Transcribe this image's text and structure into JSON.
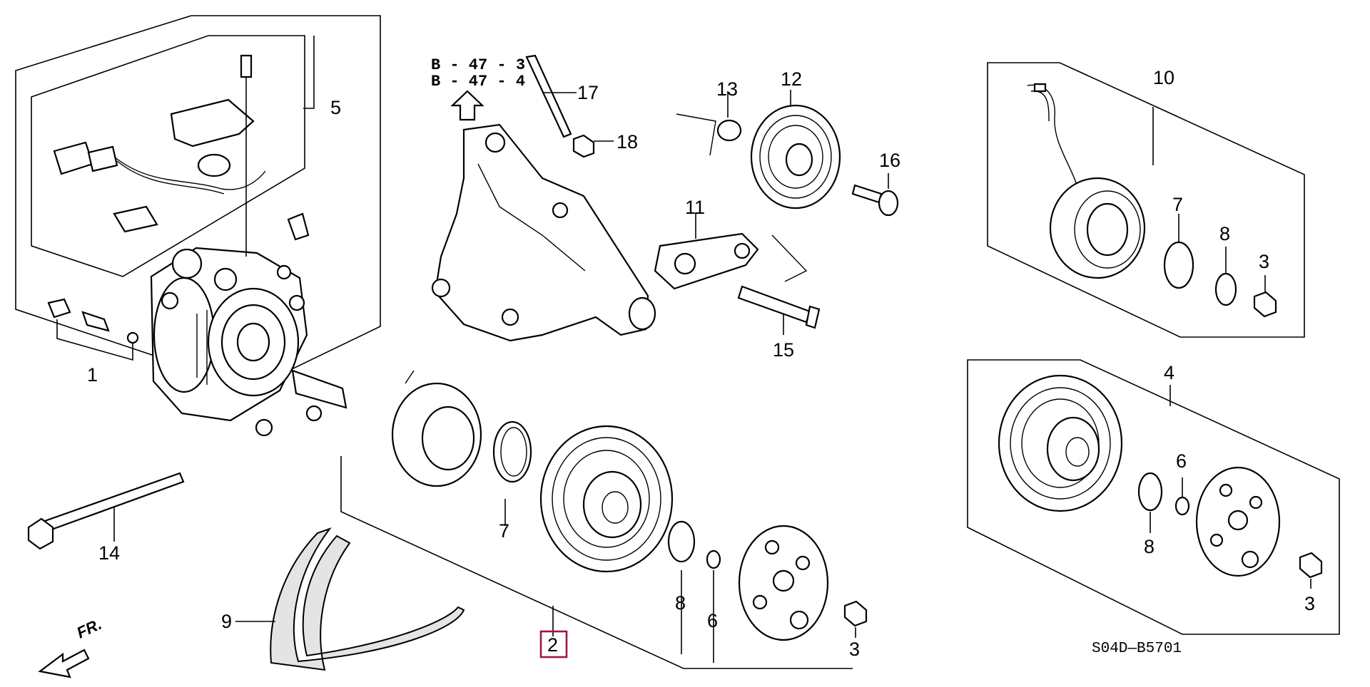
{
  "diagram": {
    "code": "S04D—B5701",
    "direction_label": "FR.",
    "highlighted_callout": "2",
    "references": [
      "B - 47 - 3",
      "B - 47 - 4"
    ],
    "callouts": {
      "c1": "1",
      "c2": "2",
      "c3a": "3",
      "c3b": "3",
      "c3c": "3",
      "c4": "4",
      "c5": "5",
      "c6a": "6",
      "c6b": "6",
      "c7a": "7",
      "c7b": "7",
      "c8a": "8",
      "c8b": "8",
      "c8c": "8",
      "c9": "9",
      "c10": "10",
      "c11": "11",
      "c12": "12",
      "c13": "13",
      "c14": "14",
      "c15": "15",
      "c16": "16",
      "c17": "17",
      "c18": "18"
    }
  }
}
